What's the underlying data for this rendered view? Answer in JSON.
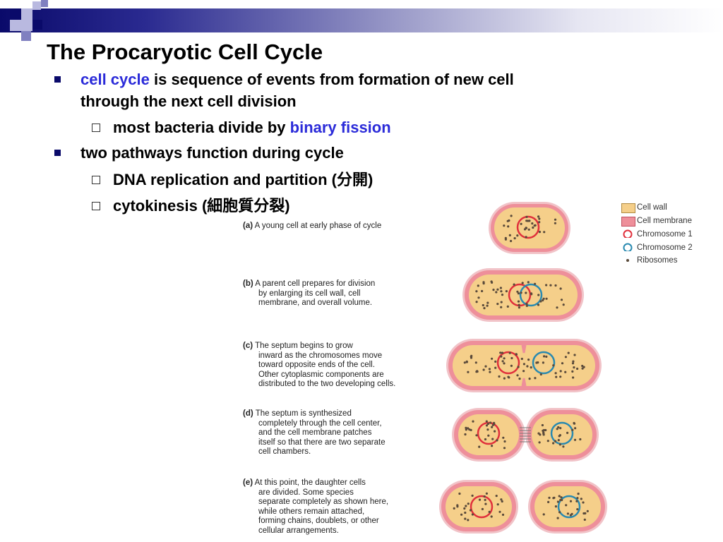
{
  "slide": {
    "title": "The Procaryotic Cell Cycle",
    "colors": {
      "navy": "#0a0a6a",
      "highlight": "#2b2bd9"
    }
  },
  "bullets": [
    {
      "level": 1,
      "highlight": "cell cycle",
      "text": " is sequence of events from formation of new cell",
      "text2": "through the next cell division"
    },
    {
      "level": 2,
      "text": "most bacteria divide by ",
      "highlight": "binary fission"
    },
    {
      "level": 1,
      "text": "two pathways function during cycle"
    },
    {
      "level": 2,
      "text": "DNA replication and partition (分開)"
    },
    {
      "level": 2,
      "text": "cytokinesis (細胞質分裂)"
    }
  ],
  "figure": {
    "legend": {
      "cell_wall": "Cell wall",
      "cell_membrane": "Cell membrane",
      "chromosome1": "Chromosome 1",
      "chromosome2": "Chromosome 2",
      "ribosomes": "Ribosomes",
      "colors": {
        "wall": "#f5cf8a",
        "membrane": "#ee8f9a",
        "chr1": "#e0303c",
        "chr2": "#2a8ab0",
        "ribo": "#5a4a3a"
      }
    },
    "steps": [
      {
        "letter": "(a)",
        "lines": [
          "A young cell at early phase of cycle"
        ]
      },
      {
        "letter": "(b)",
        "lines": [
          "A parent cell prepares for division",
          "by enlarging its cell wall, cell",
          "membrane, and overall volume."
        ]
      },
      {
        "letter": "(c)",
        "lines": [
          "The septum begins to grow",
          "inward as the chromosomes move",
          "toward opposite ends of the cell.",
          "Other cytoplasmic components are",
          "distributed to the two developing cells."
        ]
      },
      {
        "letter": "(d)",
        "lines": [
          "The septum is synthesized",
          "completely through the cell center,",
          "and the cell membrane patches",
          "itself so that there are two separate",
          "cell chambers."
        ]
      },
      {
        "letter": "(e)",
        "lines": [
          "At this point, the daughter cells",
          "are divided. Some species",
          "separate completely as shown here,",
          "while others remain attached,",
          "forming chains, doublets, or other",
          "cellular arrangements."
        ]
      }
    ]
  }
}
